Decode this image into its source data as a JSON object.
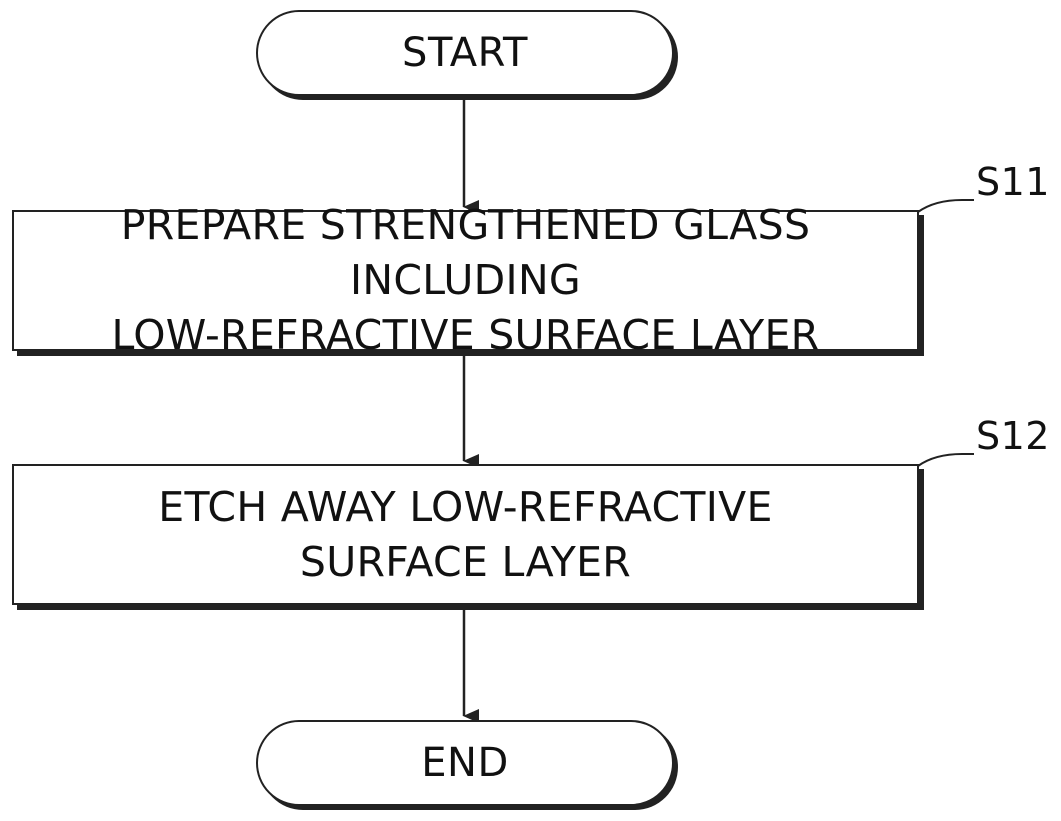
{
  "flowchart": {
    "start": {
      "label": "START"
    },
    "steps": [
      {
        "id": "S11",
        "lines": [
          "PREPARE STRENGTHENED GLASS INCLUDING",
          "LOW-REFRACTIVE SURFACE LAYER"
        ]
      },
      {
        "id": "S12",
        "lines": [
          "ETCH AWAY LOW-REFRACTIVE",
          "SURFACE LAYER"
        ]
      }
    ],
    "end": {
      "label": "END"
    }
  }
}
